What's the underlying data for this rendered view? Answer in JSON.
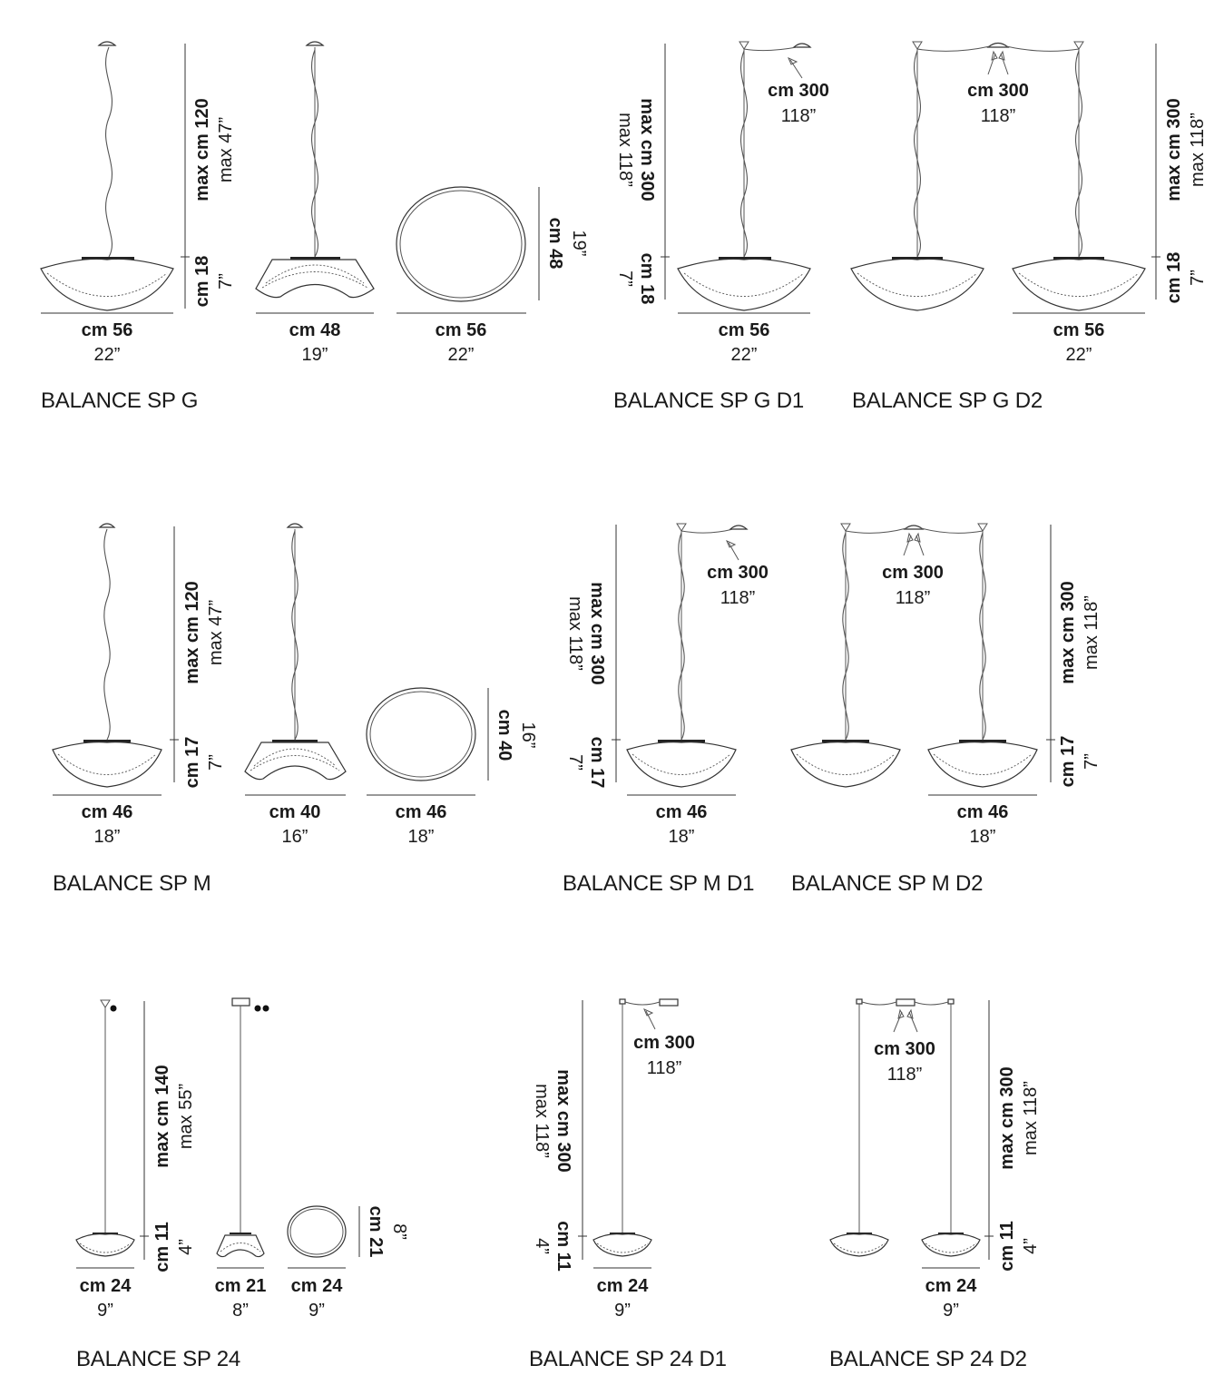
{
  "titles": {
    "sp_g": "BALANCE SP G",
    "sp_g_d1": "BALANCE SP G D1",
    "sp_g_d2": "BALANCE SP G D2",
    "sp_m": "BALANCE SP M",
    "sp_m_d1": "BALANCE SP M D1",
    "sp_m_d2": "BALANCE SP M D2",
    "sp_24": "BALANCE SP 24",
    "sp_24_d1": "BALANCE SP 24 D1",
    "sp_24_d2": "BALANCE SP 24 D2"
  },
  "dims": {
    "g_height_cm": "max cm 120",
    "g_height_in": "max 47”",
    "g_body_cm": "cm 18",
    "g_body_in": "7”",
    "g_width_cm": "cm 56",
    "g_width_in": "22”",
    "g_side_cm": "cm 48",
    "g_side_in": "19”",
    "g_top_cm": "cm 56",
    "g_top_in": "22”",
    "g_topdepth_cm": "cm 48",
    "g_topdepth_in": "19”",
    "gd1_height_cm": "max cm 300",
    "gd1_height_in": "max 118”",
    "gd1_body_cm": "cm 18",
    "gd1_body_in": "7”",
    "gd1_cable_cm": "cm 300",
    "gd1_cable_in": "118”",
    "gd1_width_cm": "cm 56",
    "gd1_width_in": "22”",
    "gd2_cable_cm": "cm 300",
    "gd2_cable_in": "118”",
    "gd2_height_cm": "max cm 300",
    "gd2_height_in": "max 118”",
    "gd2_body_cm": "cm 18",
    "gd2_body_in": "7”",
    "gd2_width_cm": "cm 56",
    "gd2_width_in": "22”",
    "m_height_cm": "max cm 120",
    "m_height_in": "max 47”",
    "m_body_cm": "cm 17",
    "m_body_in": "7”",
    "m_width_cm": "cm 46",
    "m_width_in": "18”",
    "m_side_cm": "cm 40",
    "m_side_in": "16”",
    "m_top_cm": "cm 46",
    "m_top_in": "18”",
    "m_topdepth_cm": "cm 40",
    "m_topdepth_in": "16”",
    "md1_height_cm": "max cm 300",
    "md1_height_in": "max 118”",
    "md1_body_cm": "cm 17",
    "md1_body_in": "7”",
    "md1_cable_cm": "cm 300",
    "md1_cable_in": "118”",
    "md1_width_cm": "cm 46",
    "md1_width_in": "18”",
    "md2_cable_cm": "cm 300",
    "md2_cable_in": "118”",
    "md2_height_cm": "max cm 300",
    "md2_height_in": "max 118”",
    "md2_body_cm": "cm 17",
    "md2_body_in": "7”",
    "md2_width_cm": "cm 46",
    "md2_width_in": "18”",
    "s_height_cm": "max cm 140",
    "s_height_in": "max 55”",
    "s_body_cm": "cm 11",
    "s_body_in": "4”",
    "s_width_cm": "cm 24",
    "s_width_in": "9”",
    "s_side_cm": "cm 21",
    "s_side_in": "8”",
    "s_top_cm": "cm 24",
    "s_top_in": "9”",
    "s_topdepth_cm": "cm 21",
    "s_topdepth_in": "8”",
    "sd1_height_cm": "max cm 300",
    "sd1_height_in": "max 118”",
    "sd1_body_cm": "cm 11",
    "sd1_body_in": "4”",
    "sd1_cable_cm": "cm 300",
    "sd1_cable_in": "118”",
    "sd1_width_cm": "cm 24",
    "sd1_width_in": "9”",
    "sd2_cable_cm": "cm 300",
    "sd2_cable_in": "118”",
    "sd2_height_cm": "max cm 300",
    "sd2_height_in": "max 118”",
    "sd2_body_cm": "cm 11",
    "sd2_body_in": "4”",
    "sd2_width_cm": "cm 24",
    "sd2_width_in": "9”"
  }
}
